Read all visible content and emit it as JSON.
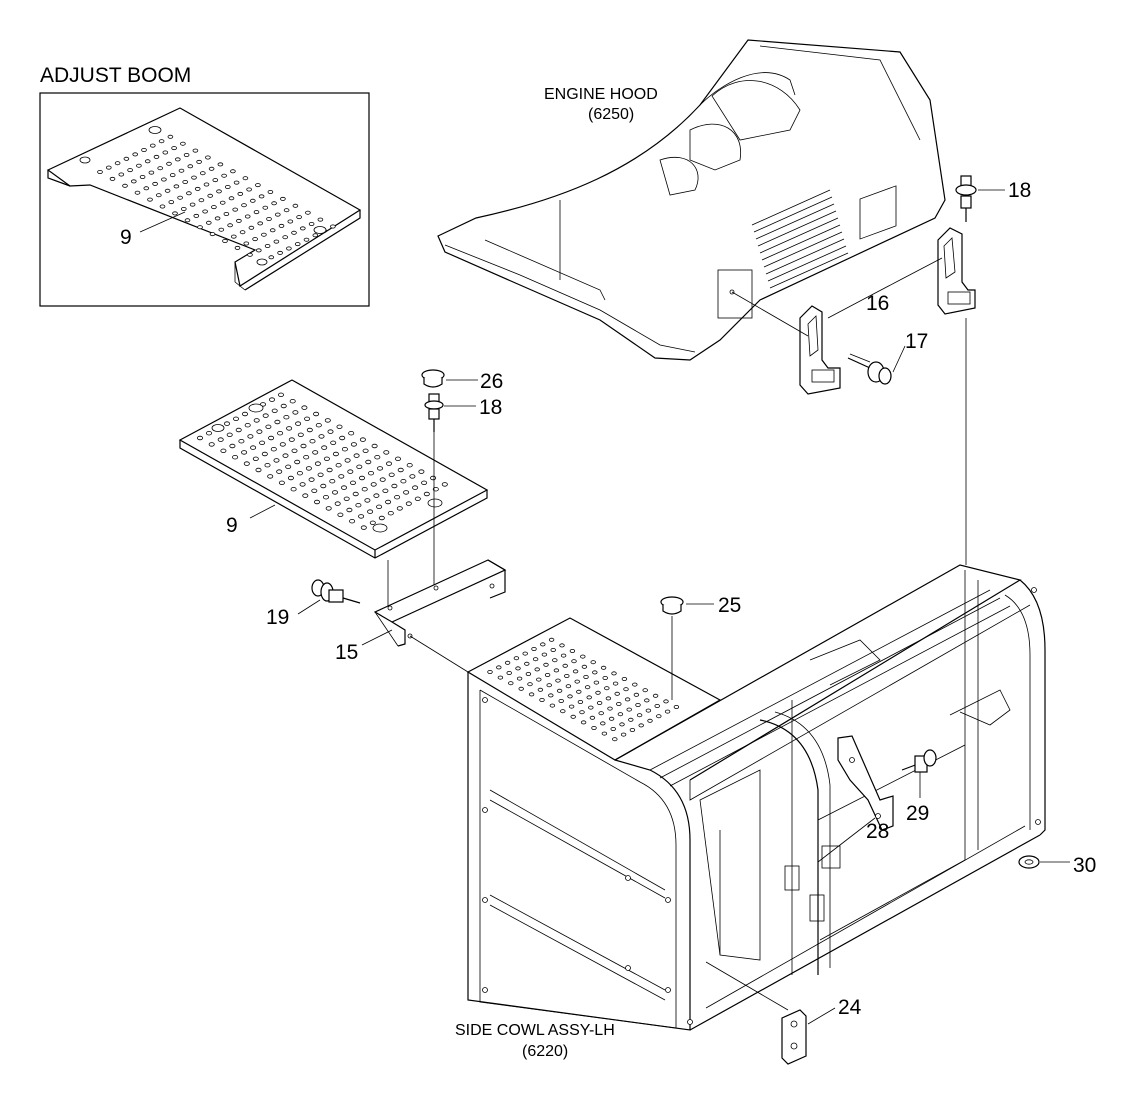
{
  "inset": {
    "title": "ADJUST BOOM"
  },
  "captions": {
    "engine_hood": {
      "line1": "ENGINE HOOD",
      "line2": "(6250)"
    },
    "side_cowl": {
      "line1": "SIDE COWL ASSY-LH",
      "line2": "(6220)"
    }
  },
  "callouts": {
    "c9_inset": "9",
    "c9_main": "9",
    "c15": "15",
    "c16": "16",
    "c17": "17",
    "c18_top": "18",
    "c18_mid": "18",
    "c19": "19",
    "c24": "24",
    "c25": "25",
    "c26": "26",
    "c28": "28",
    "c29": "29",
    "c30": "30"
  }
}
